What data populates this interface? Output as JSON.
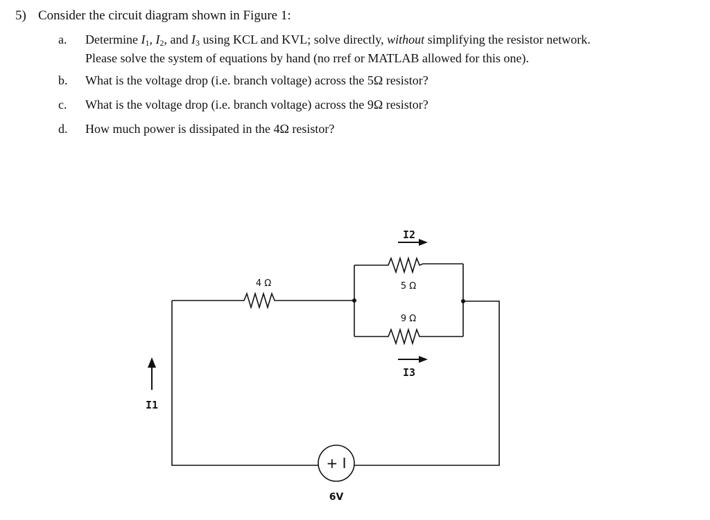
{
  "question": {
    "number": "5)",
    "title": "Consider the circuit diagram shown in Figure 1:"
  },
  "items": {
    "a": {
      "letter": "a.",
      "prefix": "Determine ",
      "I1": "I",
      "I1_sub": "1",
      "sep1": ", ",
      "I2": "I",
      "I2_sub": "2",
      "sep2": ", and ",
      "I3": "I",
      "I3_sub": "3",
      "mid": " using KCL and KVL; solve directly, ",
      "emph": "without",
      "tail": " simplifying the resistor network.",
      "line2": "Please solve the system of equations by hand (no rref or MATLAB allowed for this one)."
    },
    "b": {
      "letter": "b.",
      "text": "What is the voltage drop (i.e. branch voltage) across the 5Ω resistor?"
    },
    "c": {
      "letter": "c.",
      "text": "What is the voltage drop (i.e. branch voltage) across the 9Ω resistor?"
    },
    "d": {
      "letter": "d.",
      "text": "How much power is dissipated in the 4Ω resistor?"
    }
  },
  "circuit": {
    "r4_label": "4 Ω",
    "r5_label": "5 Ω",
    "r9_label": "9 Ω",
    "i1_label": "I1",
    "i2_label": "I2",
    "i3_label": "I3",
    "source_symbol": "+ I",
    "source_label": "6V"
  }
}
